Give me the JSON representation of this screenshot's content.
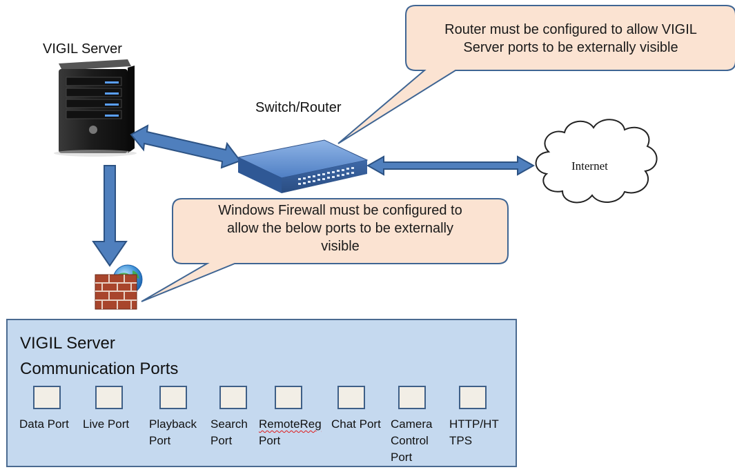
{
  "server": {
    "label": "VIGIL Server"
  },
  "switch": {
    "label": "Switch/Router"
  },
  "internet": {
    "label": "Internet"
  },
  "callouts": {
    "router": {
      "line1": "Router must be configured to allow VIGIL",
      "line2": "Server ports to be externally visible"
    },
    "firewall": {
      "line1": "Windows Firewall must be configured to",
      "line2": "allow the below ports to be externally",
      "line3": "visible"
    }
  },
  "ports_panel": {
    "title_line1": "VIGIL Server",
    "title_line2": "Communication Ports",
    "ports": [
      {
        "line1": "Data Port",
        "line2": "",
        "line3": ""
      },
      {
        "line1": "Live Port",
        "line2": "",
        "line3": ""
      },
      {
        "line1": "Playback",
        "line2": "Port",
        "line3": ""
      },
      {
        "line1": "Search",
        "line2": "Port",
        "line3": ""
      },
      {
        "line1": "RemoteReg",
        "line2": "Port",
        "line3": ""
      },
      {
        "line1": "Chat Port",
        "line2": "",
        "line3": ""
      },
      {
        "line1": "Camera",
        "line2": "Control",
        "line3": "Port"
      },
      {
        "line1": "HTTP/HT",
        "line2": "TPS",
        "line3": ""
      }
    ]
  },
  "colors": {
    "arrow_fill": "#4f7fbd",
    "arrow_stroke": "#2c5283",
    "callout_fill": "#fbe3d2",
    "callout_stroke": "#3f6593",
    "panel_fill": "#c5d9ef",
    "port_fill": "#f2eee6"
  }
}
